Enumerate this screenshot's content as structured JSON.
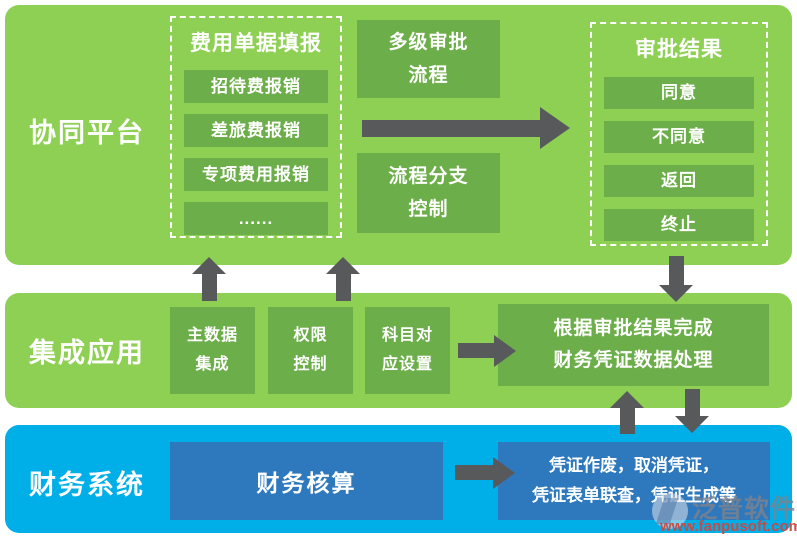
{
  "top_band": {
    "label": "协同平台",
    "expense_form_group": {
      "title": "费用单据填报",
      "items": [
        "招待费报销",
        "差旅费报销",
        "专项费用报销",
        "......"
      ]
    },
    "multi_level_approval": {
      "line1": "多级审批",
      "line2": "流程"
    },
    "process_branch_control": {
      "line1": "流程分支",
      "line2": "控制"
    },
    "approval_result_group": {
      "title": "审批结果",
      "items": [
        "同意",
        "不同意",
        "返回",
        "终止"
      ]
    }
  },
  "middle_band": {
    "label": "集成应用",
    "master_data": {
      "line1": "主数据",
      "line2": "集成"
    },
    "permission": {
      "line1": "权限",
      "line2": "控制"
    },
    "subject_mapping": {
      "line1": "科目对",
      "line2": "应设置"
    },
    "result_processing": {
      "line1": "根据审批结果完成",
      "line2": "财务凭证数据处理"
    }
  },
  "bottom_band": {
    "label": "财务系统",
    "accounting_label": "财务核算",
    "voucher_ops": {
      "line1": "凭证作废，取消凭证，",
      "line2": "凭证表单联查，凭证生成等"
    }
  },
  "watermark": {
    "brand": "泛普软件",
    "url": "www.fanpusoft.com"
  },
  "colors": {
    "band_green": "#8ED053",
    "box_green": "#6CAE49",
    "band_blue": "#00AEE8",
    "box_blue": "#2E79BE",
    "arrow_gray": "#58595B"
  }
}
